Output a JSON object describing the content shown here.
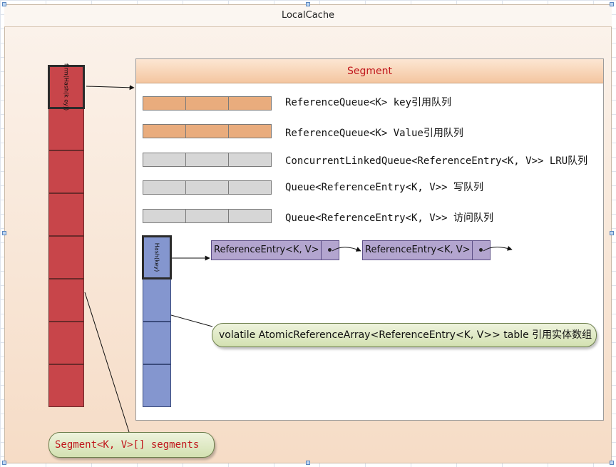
{
  "outer_title": "LocalCache",
  "segment": {
    "title": "Segment",
    "queues": [
      {
        "label": "ReferenceQueue<K> key引用队列",
        "color": "orange"
      },
      {
        "label": "ReferenceQueue<K> Value引用队列",
        "color": "orange"
      },
      {
        "label": "ConcurrentLinkedQueue<ReferenceEntry<K, V>> LRU队列",
        "color": "gray"
      },
      {
        "label": "Queue<ReferenceEntry<K, V>> 写队列",
        "color": "gray"
      },
      {
        "label": "Queue<ReferenceEntry<K, V>> 访问队列",
        "color": "gray"
      }
    ],
    "table_head_label": "Hash(key)",
    "entries": [
      "ReferenceEntry<K, V>",
      "ReferenceEntry<K, V>"
    ],
    "table_callout": "volatile AtomicReferenceArray<ReferenceEntry<K, V>> table 引用实体数组"
  },
  "segments_head_label": "f(rm(Hash(k ey))",
  "segments_callout": "Segment<K, V>[] segments",
  "colors": {
    "segment_title_text": "#c0171c",
    "segments_array": "#c8454a",
    "table_array": "#8496cf",
    "entry": "#b3a5cf",
    "callout": "#d3e1b1",
    "queue_orange": "#e9ac7d",
    "queue_gray": "#d6d6d6"
  }
}
